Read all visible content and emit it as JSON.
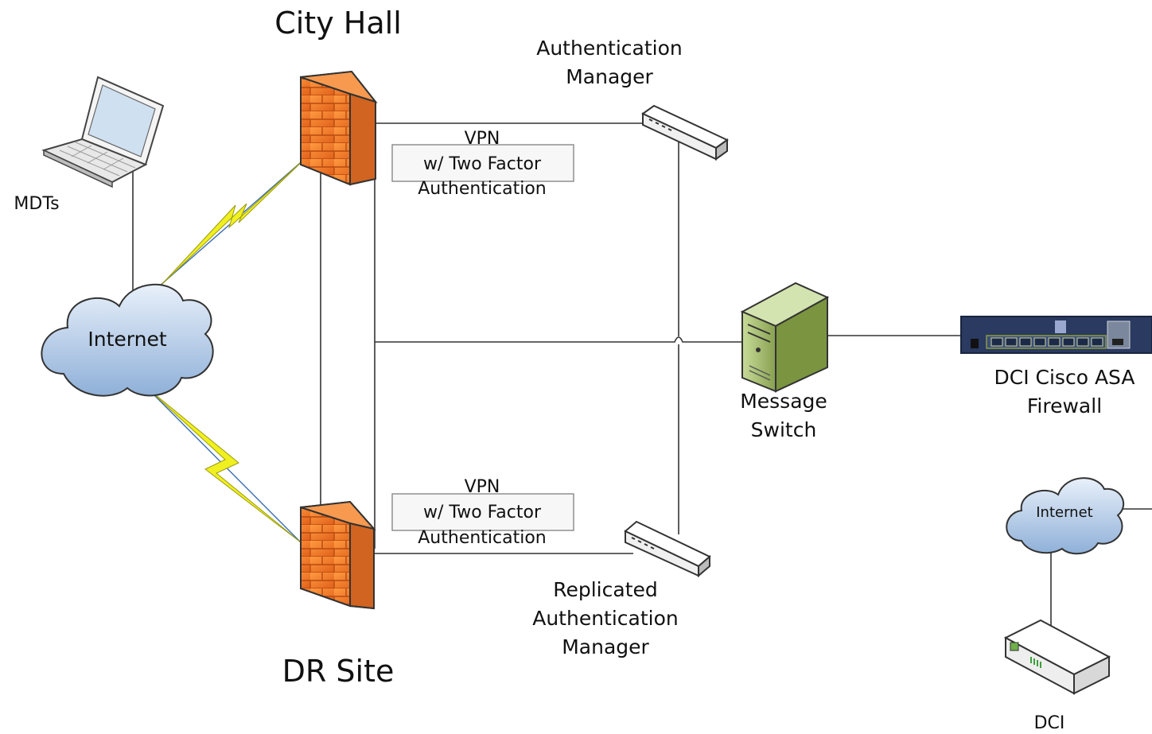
{
  "sites": {
    "city_hall": "City Hall",
    "dr_site": "DR Site"
  },
  "nodes": {
    "mdts": "MDTs",
    "internet_left": "Internet",
    "auth_manager_line1": "Authentication",
    "auth_manager_line2": "Manager",
    "replicated_line1": "Replicated",
    "replicated_line2": "Authentication",
    "replicated_line3": "Manager",
    "message_switch_line1": "Message",
    "message_switch_line2": "Switch",
    "dci_firewall_line1": "DCI Cisco ASA",
    "dci_firewall_line2": "Firewall",
    "internet_right": "Internet",
    "dci": "DCI"
  },
  "vpn_top": {
    "line1": "VPN",
    "line2": "w/ Two Factor",
    "line3": "Authentication"
  },
  "vpn_bottom": {
    "line1": "VPN",
    "line2": "w/ Two Factor",
    "line3": "Authentication"
  },
  "colors": {
    "firewall": "#f07828",
    "firewall_dark": "#b84a10",
    "lightning": "#f0f020",
    "cloud": "#b8cfe8",
    "server": "#a8c070",
    "asa": "#2a3a60"
  }
}
